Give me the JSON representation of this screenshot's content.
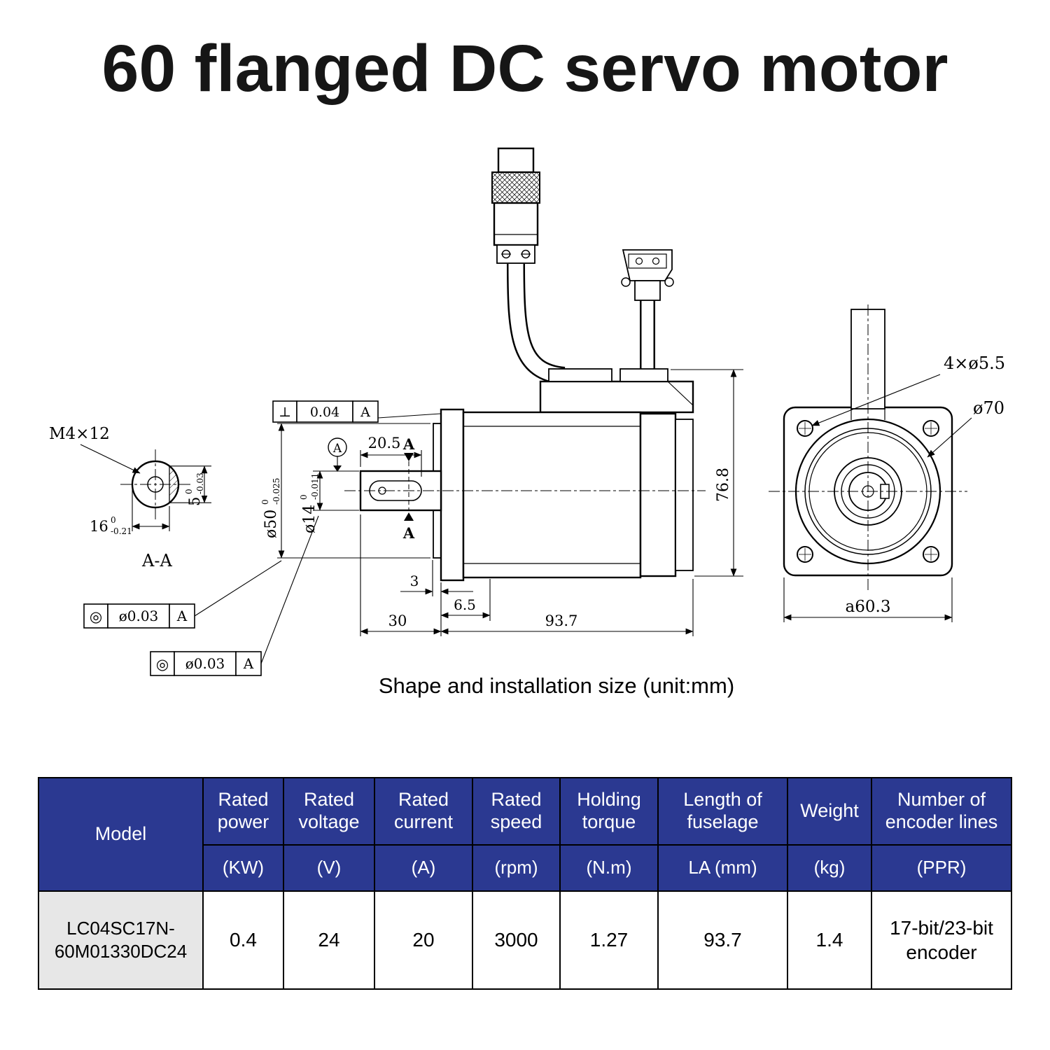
{
  "title": "60 flanged DC servo motor",
  "caption": "Shape and installation size (unit:mm)",
  "drawing": {
    "thread_label": "M4×12",
    "section_label": "A-A",
    "cut_arrow_label": "A",
    "datum_flag_label": "A",
    "dim_keyway_width": {
      "base": "5",
      "tol_top": "0",
      "tol_bot": "-0.03"
    },
    "dim_keyway_flat": {
      "base": "16",
      "tol_top": "0",
      "tol_bot": "-0.21"
    },
    "fcf_runout1": {
      "symbol": "◎",
      "value": "ø0.03",
      "datum": "A"
    },
    "fcf_runout2": {
      "symbol": "◎",
      "value": "ø0.03",
      "datum": "A"
    },
    "fcf_perp": {
      "symbol": "⊥",
      "value": "0.04",
      "datum": "A"
    },
    "dim_keyway_length": "20.5",
    "dim_pilot": {
      "base": "ø50",
      "tol_top": "0",
      "tol_bot": "-0.025"
    },
    "dim_shaft_dia": {
      "base": "ø14",
      "tol_top": "0",
      "tol_bot": "-0.011"
    },
    "dim_pilot_depth": "3",
    "dim_step": "6.5",
    "dim_shaft_length": "30",
    "dim_body_length": "93.7",
    "dim_total_height": "76.8",
    "dim_mount_holes": "4×ø5.5",
    "dim_bolt_circle": "ø70",
    "dim_flange_size": "a60.3"
  },
  "table": {
    "columns": [
      {
        "name": "Model",
        "unit": ""
      },
      {
        "name": "Rated power",
        "unit": "(KW)"
      },
      {
        "name": "Rated voltage",
        "unit": "(V)"
      },
      {
        "name": "Rated current",
        "unit": "(A)"
      },
      {
        "name": "Rated speed",
        "unit": "(rpm)"
      },
      {
        "name": "Holding torque",
        "unit": "(N.m)"
      },
      {
        "name": "Length of fuselage",
        "unit": "LA (mm)"
      },
      {
        "name": "Weight",
        "unit": "(kg)"
      },
      {
        "name": "Number of encoder lines",
        "unit": "(PPR)"
      }
    ],
    "rows": [
      {
        "model": "LC04SC17N-60M01330DC24",
        "power": "0.4",
        "voltage": "24",
        "current": "20",
        "speed": "3000",
        "torque": "1.27",
        "length": "93.7",
        "weight": "1.4",
        "encoder": "17-bit/23-bit encoder"
      }
    ]
  }
}
